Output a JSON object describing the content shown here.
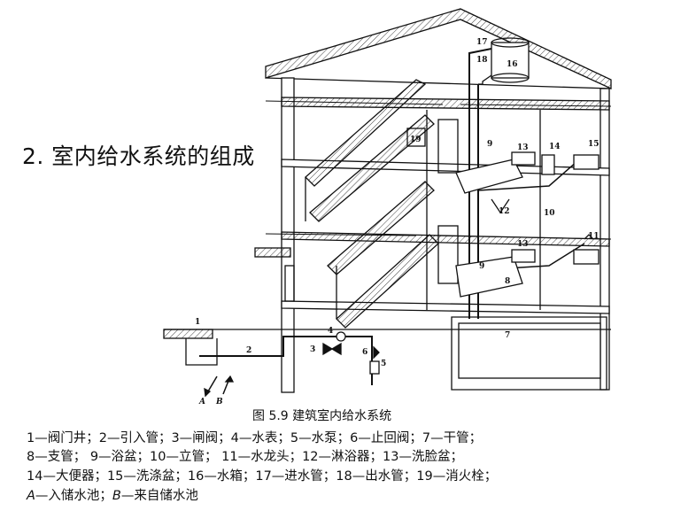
{
  "slide": {
    "title": "2. 室内给水系统的组成"
  },
  "figure": {
    "caption": "图 5.9  建筑室内给水系统",
    "callouts": [
      "1",
      "2",
      "3",
      "4",
      "5",
      "6",
      "7",
      "8",
      "9",
      "10",
      "11",
      "12",
      "13",
      "14",
      "15",
      "16",
      "17",
      "18",
      "19",
      "A",
      "B"
    ],
    "legend_lines": [
      "1—阀门井；2—引入管；3—闸阀；4—水表；5—水泵；6—止回阀；7—干管；",
      "8—支管；  9—浴盆；10—立管；  11—水龙头；12—淋浴器；13—洗脸盆；",
      "14—大便器；15—洗涤盆；16—水箱；17—进水管；18—出水管；19—消火栓；"
    ],
    "legend_last": {
      "a_key": "A",
      "a_text": "—入储水池；",
      "b_key": "B",
      "b_text": "—来自储水池"
    }
  },
  "colors": {
    "line": "#111111",
    "background": "#ffffff"
  }
}
